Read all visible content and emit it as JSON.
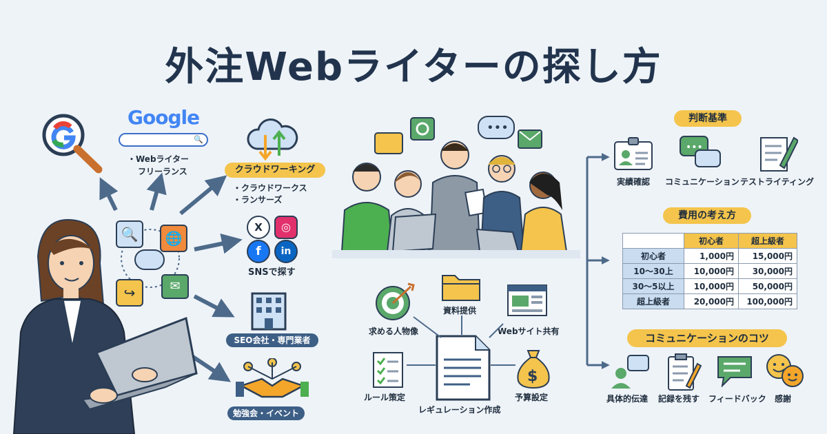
{
  "title": "外注Webライターの探し方",
  "google": {
    "logo": "Google",
    "keywords": [
      "・Webライター",
      "フリーランス"
    ]
  },
  "crowdworking": {
    "label": "クラウドワーキング",
    "items": [
      "・クラウドワークス",
      "・ランサーズ"
    ]
  },
  "sns": {
    "label": "SNSで探す"
  },
  "seo": {
    "label": "SEO会社・専門業者"
  },
  "events": {
    "label": "勉強会・イベント"
  },
  "regulation": {
    "center": "レギュレーション作成",
    "items": [
      "求める人物像",
      "資料提供",
      "Webサイト共有",
      "ルール策定",
      "予算設定"
    ]
  },
  "criteria": {
    "label": "判断基準",
    "items": [
      "実績確認",
      "コミュニケーション",
      "テストライティング"
    ]
  },
  "cost": {
    "label": "費用の考え方",
    "headers": [
      "初心者",
      "超上級者"
    ],
    "rows": [
      {
        "label": "初心者",
        "low": "1,000円",
        "high": "15,000円"
      },
      {
        "label": "10〜30上",
        "low": "10,000円",
        "high": "30,000円"
      },
      {
        "label": "30〜5以上",
        "low": "10,000円",
        "high": "50,000円"
      },
      {
        "label": "超上級者",
        "low": "20,000円",
        "high": "100,000円"
      }
    ]
  },
  "tips": {
    "label": "コミュニケーションのコツ",
    "items": [
      "具体的伝達",
      "記録を残す",
      "フィードバック",
      "感謝"
    ]
  },
  "colors": {
    "accent": "#f4c44c",
    "navy": "#22344d",
    "arrow": "#4d6a8a",
    "green": "#4caf50"
  }
}
